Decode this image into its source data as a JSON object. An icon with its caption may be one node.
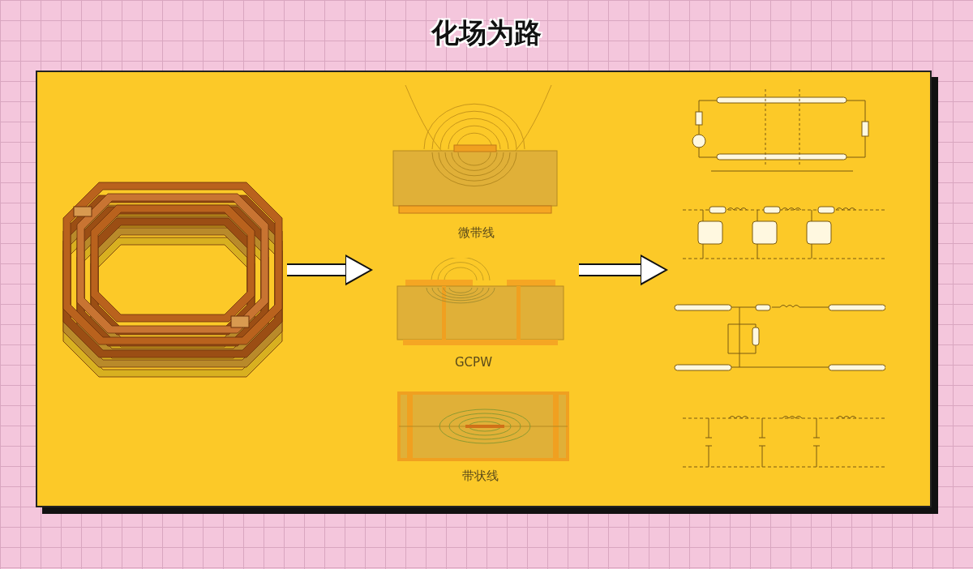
{
  "diagram": {
    "title": "化场为路",
    "nodes": [
      {
        "text": [],
        "shape": "picture"
      },
      {
        "text": [
          "微带线"
        ]
      },
      {
        "text": [
          "GCPW"
        ]
      },
      {
        "text": [
          "带状线"
        ]
      },
      {
        "text": [],
        "shape": "picture"
      }
    ],
    "edges": [
      {
        "from": 0,
        "to": 2,
        "arrow": "to"
      },
      {
        "from": 2,
        "to": 4,
        "arrow": "to"
      }
    ]
  }
}
